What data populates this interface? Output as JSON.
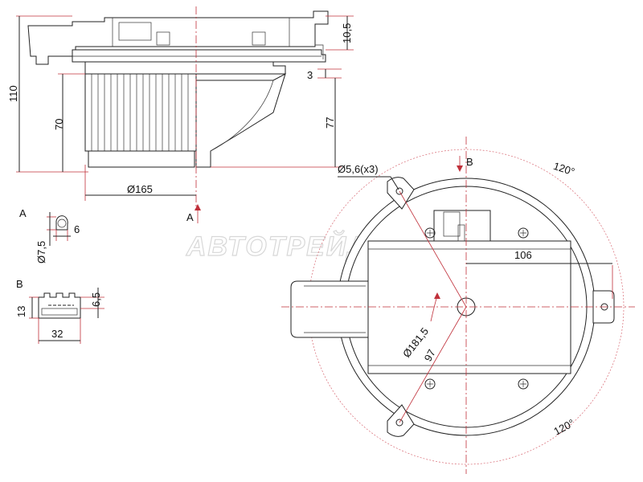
{
  "dimensions": {
    "top_height": "10,5",
    "gap": "3",
    "height_77": "77",
    "overall_height": "110",
    "fan_height": "70",
    "fan_diameter": "Ø165",
    "hole": "Ø5,6(x3)",
    "offset_106": "106",
    "bolt_circle": "Ø181,5",
    "radius_97": "97",
    "angle_top": "120°",
    "angle_bottom": "120°",
    "pin_diameter": "Ø7,5",
    "pin_width": "6",
    "conn_height": "13",
    "conn_inner": "6,5",
    "conn_width": "32"
  },
  "views": {
    "view_a": "A",
    "view_b": "B",
    "arrow_a": "A",
    "arrow_b": "B"
  },
  "watermark": "АВТОТРЕЙД"
}
